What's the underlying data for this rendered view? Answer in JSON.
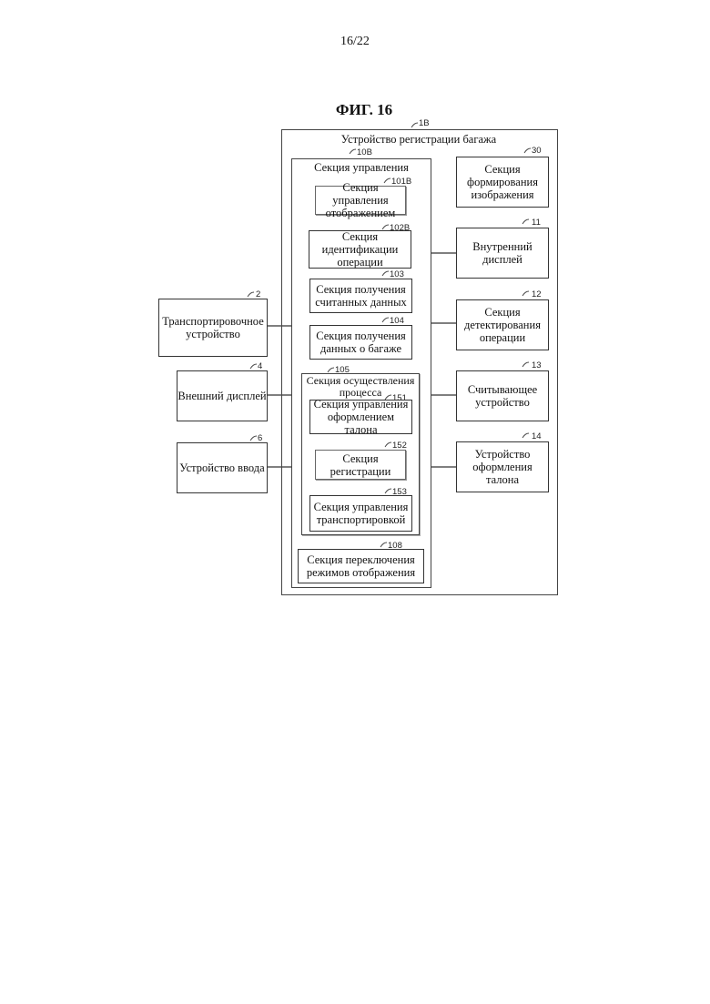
{
  "page_number": "16/22",
  "figure_title": "ФИГ. 16",
  "system": {
    "label": "Устройство регистрации багажа",
    "ref": "1B"
  },
  "control_section": {
    "label": "Секция управления",
    "ref": "10B"
  },
  "internal_blocks": [
    {
      "id": "display-control",
      "ref": "101B",
      "label": "Секция управления отображением"
    },
    {
      "id": "operation-identification",
      "ref": "102B",
      "label": "Секция идентификации операции"
    },
    {
      "id": "read-data-acquisition",
      "ref": "103",
      "label": "Секция получения считанных данных"
    },
    {
      "id": "baggage-data-acquisition",
      "ref": "104",
      "label": "Секция получения данных о багаже"
    }
  ],
  "process_section": {
    "label": "Секция осуществления процесса",
    "ref": "105",
    "blocks": [
      {
        "id": "tag-issuance-control",
        "ref": "151",
        "label": "Секция управления оформлением талона"
      },
      {
        "id": "registration",
        "ref": "152",
        "label": "Секция регистрации"
      },
      {
        "id": "conveyance-control",
        "ref": "153",
        "label": "Секция управления транспортировкой"
      }
    ]
  },
  "display_mode_switching": {
    "ref": "108",
    "label": "Секция переключения режимов отображения"
  },
  "right_devices": [
    {
      "id": "image-forming",
      "ref": "30",
      "label": "Секция формирования изображения"
    },
    {
      "id": "internal-display",
      "ref": "11",
      "label": "Внутренний дисплей"
    },
    {
      "id": "operation-detection",
      "ref": "12",
      "label": "Секция детектирования операции"
    },
    {
      "id": "reader",
      "ref": "13",
      "label": "Считывающее устройство"
    },
    {
      "id": "tag-issuing-device",
      "ref": "14",
      "label": "Устройство оформления талона"
    }
  ],
  "left_devices": [
    {
      "id": "conveyor",
      "ref": "2",
      "label": "Транспортировочное устройство"
    },
    {
      "id": "external-display",
      "ref": "4",
      "label": "Внешний дисплей"
    },
    {
      "id": "input-device",
      "ref": "6",
      "label": "Устройство ввода"
    }
  ]
}
